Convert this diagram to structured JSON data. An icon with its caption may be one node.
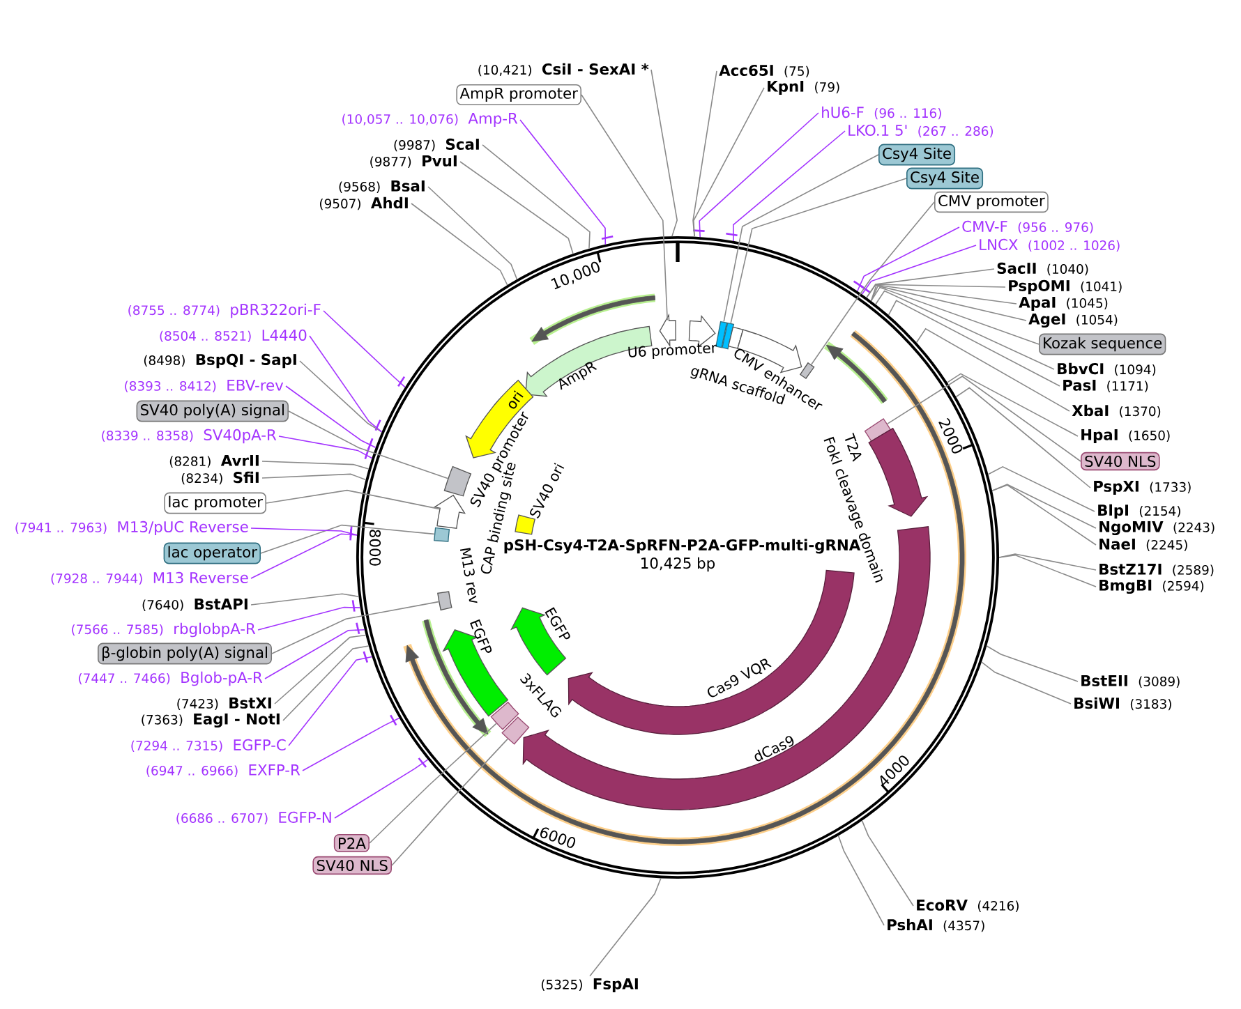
{
  "diagram": {
    "title": "pSH-Csy4-T2A-SpRFN-P2A-GFP-multi-gRNA",
    "caption": "10,425 bp",
    "nodes": [
      {
        "text": [],
        "shape": "circle"
      },
      {
        "text": [
          "(10,421)",
          "CsiI - SexAI *"
        ]
      },
      {
        "text": [
          "AmpR promoter"
        ]
      },
      {
        "text": [
          "(10,057 .. 10,076)",
          "Amp-R"
        ]
      },
      {
        "text": [
          "(9987)",
          "ScaI"
        ]
      },
      {
        "text": [
          "(9877)",
          "PvuI"
        ]
      },
      {
        "text": [
          "(9568)",
          "BsaI"
        ]
      },
      {
        "text": [
          "(9507)",
          "AhdI"
        ]
      },
      {
        "text": [
          "Acc65I",
          "(75)"
        ]
      },
      {
        "text": [
          "KpnI",
          "(79)"
        ]
      },
      {
        "text": [
          "hU6-F",
          "(96 .. 116)"
        ]
      },
      {
        "text": [
          "LKO.1 5'",
          "(267 .. 286)"
        ]
      },
      {
        "text": [
          "Csy4 Site"
        ]
      },
      {
        "text": [
          "Csy4 Site"
        ]
      },
      {
        "text": [
          "CMV promoter"
        ]
      },
      {
        "text": [
          "CMV-F",
          "(956 .. 976)"
        ]
      },
      {
        "text": [
          "LNCX",
          "(1002 .. 1026)"
        ]
      },
      {
        "text": [
          "SacII",
          "(1040)"
        ]
      },
      {
        "text": [
          "PspOMI",
          "(1041)"
        ]
      },
      {
        "text": [
          "ApaI",
          "(1045)"
        ]
      },
      {
        "text": [
          "AgeI",
          "(1054)"
        ]
      },
      {
        "text": [
          "Kozak sequence"
        ]
      },
      {
        "text": [
          "BbvCI",
          "(1094)"
        ]
      },
      {
        "text": [
          "PasI",
          "(1171)"
        ]
      },
      {
        "text": [
          "XbaI",
          "(1370)"
        ]
      },
      {
        "text": [
          "HpaI",
          "(1650)"
        ]
      },
      {
        "text": [
          "SV40 NLS"
        ]
      },
      {
        "text": [
          "PspXI",
          "(1733)"
        ]
      },
      {
        "text": [
          "BlpI",
          "(2154)"
        ]
      },
      {
        "text": [
          "NgoMIV",
          "(2243)"
        ]
      },
      {
        "text": [
          "NaeI",
          "(2245)"
        ]
      },
      {
        "text": [
          "BstZ17I",
          "(2589)"
        ]
      },
      {
        "text": [
          "BmgBI",
          "(2594)"
        ]
      },
      {
        "text": [
          "BstEII",
          "(3089)"
        ]
      },
      {
        "text": [
          "BsiWI",
          "(3183)"
        ]
      },
      {
        "text": [
          "EcoRV",
          "(4216)"
        ]
      },
      {
        "text": [
          "PshAI",
          "(4357)"
        ]
      },
      {
        "text": [
          "(5325)",
          "FspAI"
        ]
      },
      {
        "text": [
          "SV40 NLS"
        ]
      },
      {
        "text": [
          "P2A"
        ]
      },
      {
        "text": [
          "(6686 .. 6707)",
          "EGFP-N"
        ]
      },
      {
        "text": [
          "(6947 .. 6966)",
          "EXFP-R"
        ]
      },
      {
        "text": [
          "(7294 .. 7315)",
          "EGFP-C"
        ]
      },
      {
        "text": [
          "(7363)",
          "EagI - NotI"
        ]
      },
      {
        "text": [
          "(7423)",
          "BstXI"
        ]
      },
      {
        "text": [
          "(7447 .. 7466)",
          "Bglob-pA-R"
        ]
      },
      {
        "text": [
          "β-globin poly(A) signal"
        ]
      },
      {
        "text": [
          "(7566 .. 7585)",
          "rbglobpA-R"
        ]
      },
      {
        "text": [
          "(7640)",
          "BstAPI"
        ]
      },
      {
        "text": [
          "(7928 .. 7944)",
          "M13 Reverse"
        ]
      },
      {
        "text": [
          "lac operator"
        ]
      },
      {
        "text": [
          "(7941 .. 7963)",
          "M13/pUC Reverse"
        ]
      },
      {
        "text": [
          "lac promoter"
        ]
      },
      {
        "text": [
          "(8234)",
          "SfiI"
        ]
      },
      {
        "text": [
          "(8281)",
          "AvrII"
        ]
      },
      {
        "text": [
          "(8339 .. 8358)",
          "SV40pA-R"
        ]
      },
      {
        "text": [
          "SV40 poly(A) signal"
        ]
      },
      {
        "text": [
          "(8393 .. 8412)",
          "EBV-rev"
        ]
      },
      {
        "text": [
          "(8498)",
          "BspQI - SapI"
        ]
      },
      {
        "text": [
          "(8504 .. 8521)",
          "L4440"
        ]
      },
      {
        "text": [
          "(8755 .. 8774)",
          "pBR322ori-F"
        ]
      },
      {
        "text": [
          "U6 promoter"
        ],
        "in": 0
      },
      {
        "text": [
          "gRNA scaffold"
        ],
        "in": 0
      },
      {
        "text": [
          "CMV enhancer"
        ],
        "in": 0
      },
      {
        "text": [
          "AmpR"
        ],
        "in": 0
      },
      {
        "text": [
          "ori"
        ],
        "in": 0
      },
      {
        "text": [
          "SV40 promoter"
        ],
        "in": 0
      },
      {
        "text": [
          "CAP binding site"
        ],
        "in": 0
      },
      {
        "text": [
          "SV40 ori"
        ],
        "in": 0
      },
      {
        "text": [
          "M13 rev"
        ],
        "in": 0
      },
      {
        "text": [
          "EGFP"
        ],
        "in": 0
      },
      {
        "text": [
          "EGFP"
        ],
        "in": 0
      },
      {
        "text": [
          "3xFLAG"
        ],
        "in": 0
      },
      {
        "text": [
          "Cas9 VQR"
        ],
        "in": 0
      },
      {
        "text": [
          "dCas9"
        ],
        "in": 0
      },
      {
        "text": [
          "T2A"
        ],
        "in": 0
      },
      {
        "text": [
          "FokI cleavage domain"
        ],
        "in": 0
      },
      {
        "text": [],
        "shape": "arrow",
        "in": 0
      },
      {
        "text": [],
        "shape": "arrow",
        "in": 0
      },
      {
        "text": [],
        "shape": "box",
        "in": 0
      },
      {
        "text": [],
        "shape": "box",
        "in": 0
      },
      {
        "text": [],
        "shape": "box",
        "in": 0
      },
      {
        "text": [],
        "shape": "arrow",
        "in": 0
      },
      {
        "text": [],
        "shape": "box",
        "in": 0
      },
      {
        "text": [],
        "shape": "box",
        "in": 0
      },
      {
        "text": [],
        "shape": "arrow",
        "in": 0
      },
      {
        "text": [],
        "shape": "arrow",
        "in": 0
      },
      {
        "text": [],
        "shape": "arrow",
        "in": 0
      },
      {
        "text": [],
        "shape": "box",
        "in": 0
      },
      {
        "text": [],
        "shape": "box",
        "in": 0
      },
      {
        "text": [],
        "shape": "arrow",
        "in": 0
      },
      {
        "text": [],
        "shape": "arrow",
        "in": 0
      },
      {
        "text": [],
        "shape": "box",
        "in": 0
      },
      {
        "text": [],
        "shape": "box",
        "in": 0
      },
      {
        "text": [],
        "shape": "arrow",
        "in": 0
      },
      {
        "text": [],
        "shape": "box",
        "in": 0
      },
      {
        "text": [],
        "shape": "box",
        "in": 0
      },
      {
        "text": [],
        "shape": "arrow",
        "in": 0
      },
      {
        "text": [],
        "shape": "arrow",
        "in": 0
      },
      {
        "text": [],
        "shape": "arrow",
        "in": 0
      },
      {
        "text": [],
        "shape": "arrow",
        "in": 0
      },
      {
        "text": [],
        "shape": "arrow",
        "in": 0
      }
    ],
    "edges": [
      {
        "from": 1,
        "to": 0,
        "arrow": "none"
      },
      {
        "from": 2,
        "to": 77,
        "arrow": "none"
      },
      {
        "from": 3,
        "to": 0,
        "arrow": "none",
        "color": "#a333ff"
      },
      {
        "from": 4,
        "to": 0,
        "arrow": "none"
      },
      {
        "from": 5,
        "to": 0,
        "arrow": "none"
      },
      {
        "from": 6,
        "to": 0,
        "arrow": "none"
      },
      {
        "from": 7,
        "to": 0,
        "arrow": "none"
      },
      {
        "from": 8,
        "to": 0,
        "arrow": "none"
      },
      {
        "from": 9,
        "to": 0,
        "arrow": "none"
      },
      {
        "from": 10,
        "to": 0,
        "arrow": "none",
        "color": "#a333ff"
      },
      {
        "from": 11,
        "to": 0,
        "arrow": "none",
        "color": "#a333ff"
      },
      {
        "from": 12,
        "to": 79,
        "arrow": "none"
      },
      {
        "from": 13,
        "to": 80,
        "arrow": "none"
      },
      {
        "from": 14,
        "to": 83,
        "arrow": "none"
      },
      {
        "from": 15,
        "to": 0,
        "arrow": "none",
        "color": "#a333ff"
      },
      {
        "from": 16,
        "to": 0,
        "arrow": "none",
        "color": "#a333ff"
      },
      {
        "from": 17,
        "to": 0,
        "arrow": "none"
      },
      {
        "from": 18,
        "to": 0,
        "arrow": "none"
      },
      {
        "from": 19,
        "to": 0,
        "arrow": "none"
      },
      {
        "from": 20,
        "to": 0,
        "arrow": "none"
      },
      {
        "from": 21,
        "to": 0,
        "arrow": "none"
      },
      {
        "from": 22,
        "to": 0,
        "arrow": "none"
      },
      {
        "from": 23,
        "to": 0,
        "arrow": "none"
      },
      {
        "from": 24,
        "to": 0,
        "arrow": "none"
      },
      {
        "from": 25,
        "to": 0,
        "arrow": "none"
      },
      {
        "from": 26,
        "to": 84,
        "arrow": "none"
      },
      {
        "from": 27,
        "to": 0,
        "arrow": "none"
      },
      {
        "from": 28,
        "to": 0,
        "arrow": "none"
      },
      {
        "from": 29,
        "to": 0,
        "arrow": "none"
      },
      {
        "from": 30,
        "to": 0,
        "arrow": "none"
      },
      {
        "from": 31,
        "to": 0,
        "arrow": "none"
      },
      {
        "from": 32,
        "to": 0,
        "arrow": "none"
      },
      {
        "from": 33,
        "to": 0,
        "arrow": "none"
      },
      {
        "from": 34,
        "to": 0,
        "arrow": "none"
      },
      {
        "from": 35,
        "to": 0,
        "arrow": "none"
      },
      {
        "from": 36,
        "to": 0,
        "arrow": "none"
      },
      {
        "from": 37,
        "to": 0,
        "arrow": "none"
      },
      {
        "from": 38,
        "to": 88,
        "arrow": "none"
      },
      {
        "from": 39,
        "to": 89,
        "arrow": "none"
      },
      {
        "from": 40,
        "to": 0,
        "arrow": "none",
        "color": "#a333ff"
      },
      {
        "from": 41,
        "to": 0,
        "arrow": "none",
        "color": "#a333ff"
      },
      {
        "from": 42,
        "to": 0,
        "arrow": "none",
        "color": "#a333ff"
      },
      {
        "from": 43,
        "to": 0,
        "arrow": "none"
      },
      {
        "from": 44,
        "to": 0,
        "arrow": "none"
      },
      {
        "from": 45,
        "to": 0,
        "arrow": "none",
        "color": "#a333ff"
      },
      {
        "from": 46,
        "to": 92,
        "arrow": "none"
      },
      {
        "from": 47,
        "to": 0,
        "arrow": "none",
        "color": "#a333ff"
      },
      {
        "from": 48,
        "to": 0,
        "arrow": "none"
      },
      {
        "from": 49,
        "to": 0,
        "arrow": "none",
        "color": "#a333ff"
      },
      {
        "from": 50,
        "to": 93,
        "arrow": "none"
      },
      {
        "from": 51,
        "to": 0,
        "arrow": "none",
        "color": "#a333ff"
      },
      {
        "from": 52,
        "to": 94,
        "arrow": "none"
      },
      {
        "from": 53,
        "to": 0,
        "arrow": "none"
      },
      {
        "from": 54,
        "to": 0,
        "arrow": "none"
      },
      {
        "from": 55,
        "to": 0,
        "arrow": "none",
        "color": "#a333ff"
      },
      {
        "from": 56,
        "to": 95,
        "arrow": "none"
      },
      {
        "from": 57,
        "to": 0,
        "arrow": "none",
        "color": "#a333ff"
      },
      {
        "from": 58,
        "to": 0,
        "arrow": "none"
      },
      {
        "from": 59,
        "to": 0,
        "arrow": "none",
        "color": "#a333ff"
      },
      {
        "from": 60,
        "to": 0,
        "arrow": "none",
        "color": "#a333ff"
      }
    ],
    "labels": [
      "10,000",
      "2000",
      "8000",
      "4000",
      "6000"
    ]
  }
}
